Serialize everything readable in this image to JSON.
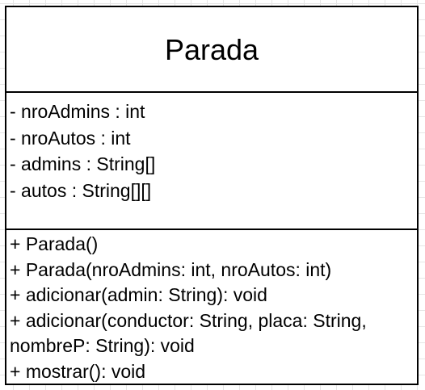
{
  "diagram": {
    "class_name": "Parada",
    "attributes": [
      "- nroAdmins : int",
      "- nroAutos : int",
      "- admins : String[]",
      "- autos : String[][]"
    ],
    "methods": [
      "+ Parada()",
      "+ Parada(nroAdmins: int, nroAutos: int)",
      "+ adicionar(admin: String): void",
      "+ adicionar(conductor: String, placa: String, nombreP: String): void",
      "+ mostrar(): void"
    ]
  }
}
